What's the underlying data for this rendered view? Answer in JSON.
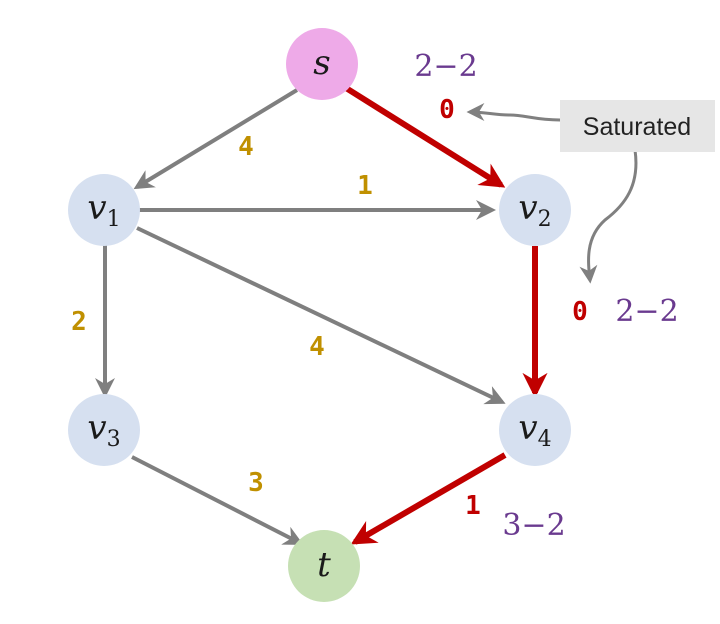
{
  "colors": {
    "source_node": "#eeaae8",
    "sink_node": "#c6e0b4",
    "inner_node": "#d6e0f0",
    "gray_edge": "#7f7f7f",
    "red_edge": "#c00000",
    "capacity_gold": "#c09000",
    "residual_red": "#c00000",
    "flow_purple": "#6a3a8f",
    "callout_bg": "#e6e6e6"
  },
  "nodes": {
    "s": {
      "name": "s",
      "sub": ""
    },
    "v1": {
      "name": "v",
      "sub": "1"
    },
    "v2": {
      "name": "v",
      "sub": "2"
    },
    "v3": {
      "name": "v",
      "sub": "3"
    },
    "v4": {
      "name": "v",
      "sub": "4"
    },
    "t": {
      "name": "t",
      "sub": ""
    }
  },
  "edges": {
    "s_v1": {
      "label": "4"
    },
    "s_v2": {
      "residual": "0",
      "flow": "2−2"
    },
    "v1_v2": {
      "label": "1"
    },
    "v1_v3": {
      "label": "2"
    },
    "v1_v4": {
      "label": "4"
    },
    "v2_v4": {
      "residual": "0",
      "flow": "2−2"
    },
    "v3_t": {
      "label": "3"
    },
    "v4_t": {
      "residual": "1",
      "flow": "3−2"
    }
  },
  "callout": {
    "text": "Saturated"
  }
}
